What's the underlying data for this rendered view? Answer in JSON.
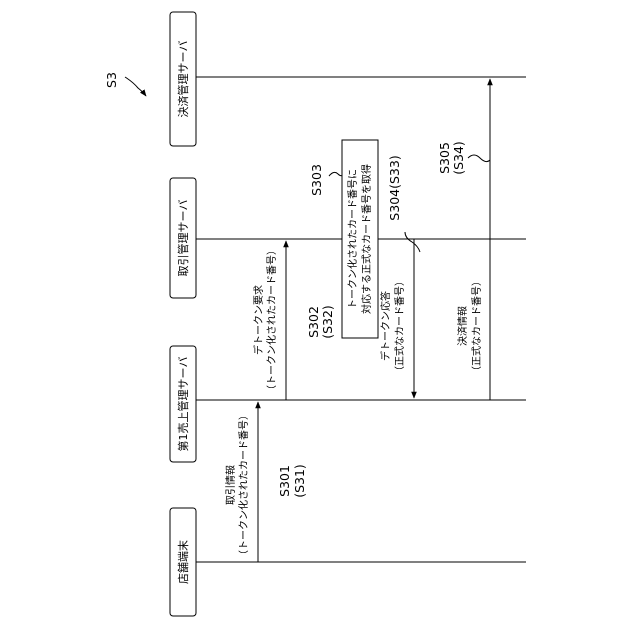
{
  "figure_label": "S3",
  "entities": {
    "store_terminal": "店舗端末",
    "first_sales_server": "第1売上管理サーバ",
    "acquirer_server": "取引管理サーバ",
    "settlement_server": "決済管理サーバ"
  },
  "steps": {
    "s301": {
      "id": "S301",
      "ref": "(S31)",
      "title": "取引情報",
      "detail": "（トークン化されたカード番号）"
    },
    "s302": {
      "id": "S302",
      "ref": "(S32)",
      "title": "デトークン要求",
      "detail": "（トークン化されたカード番号）"
    },
    "s303": {
      "id": "S303",
      "line1": "トークン化されたカード番号に",
      "line2": "対応する正式なカード番号を取得"
    },
    "s304": {
      "id": "S304(S33)",
      "title": "デトークン応答",
      "detail": "（正式なカード番号）"
    },
    "s305": {
      "id": "S305",
      "ref": "(S34)",
      "title": "決済情報",
      "detail": "（正式なカード番号）"
    }
  }
}
